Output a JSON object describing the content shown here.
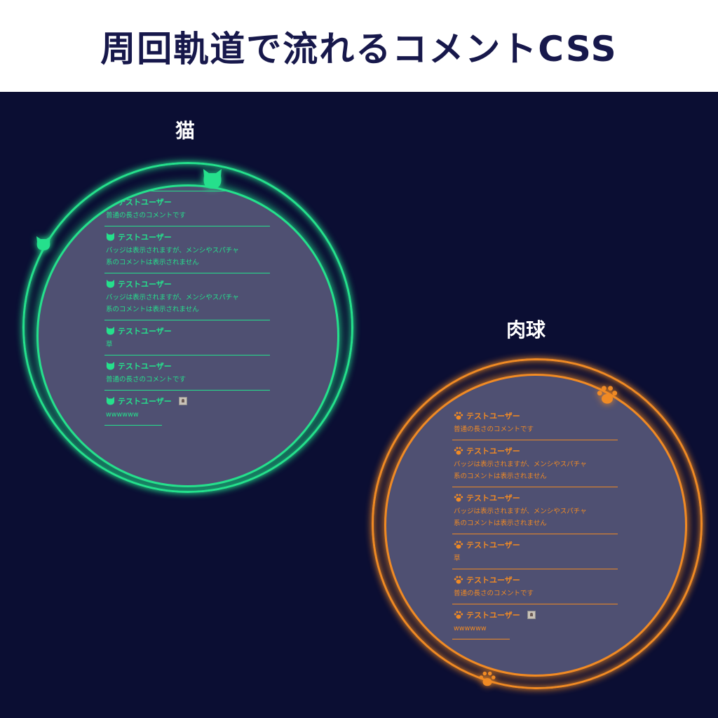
{
  "page": {
    "title": "周回軌道で流れるコメントCSS"
  },
  "panels": [
    {
      "title": "猫",
      "accent": "#25e08c",
      "icon": "cat-icon",
      "top_fragment": "",
      "comments": [
        {
          "user": "テストユーザー",
          "text": "普通の長さのコメントです"
        },
        {
          "user": "テストユーザー",
          "text": "バッジは表示されますが、メンシやスパチャ\n系のコメントは表示されません"
        },
        {
          "user": "テストユーザー",
          "text": "バッジは表示されますが、メンシやスパチャ\n系のコメントは表示されません"
        },
        {
          "user": "テストユーザー",
          "text": "草"
        },
        {
          "user": "テストユーザー",
          "text": "普通の長さのコメントです"
        },
        {
          "user": "テストユーザー",
          "text": "wwwwww",
          "badge": "badge-icon"
        }
      ]
    },
    {
      "title": "肉球",
      "accent": "#f08a24",
      "icon": "paw-icon",
      "comments": [
        {
          "user": "テストユーザー",
          "text": "普通の長さのコメントです"
        },
        {
          "user": "テストユーザー",
          "text": "バッジは表示されますが、メンシやスパチャ\n系のコメントは表示されません"
        },
        {
          "user": "テストユーザー",
          "text": "バッジは表示されますが、メンシやスパチャ\n系のコメントは表示されません"
        },
        {
          "user": "テストユーザー",
          "text": "草"
        },
        {
          "user": "テストユーザー",
          "text": "普通の長さのコメントです"
        },
        {
          "user": "テストユーザー",
          "text": "wwwwww",
          "badge": "badge-icon"
        }
      ]
    }
  ],
  "background": "#0b0e33",
  "disc_color": "#4f5072"
}
